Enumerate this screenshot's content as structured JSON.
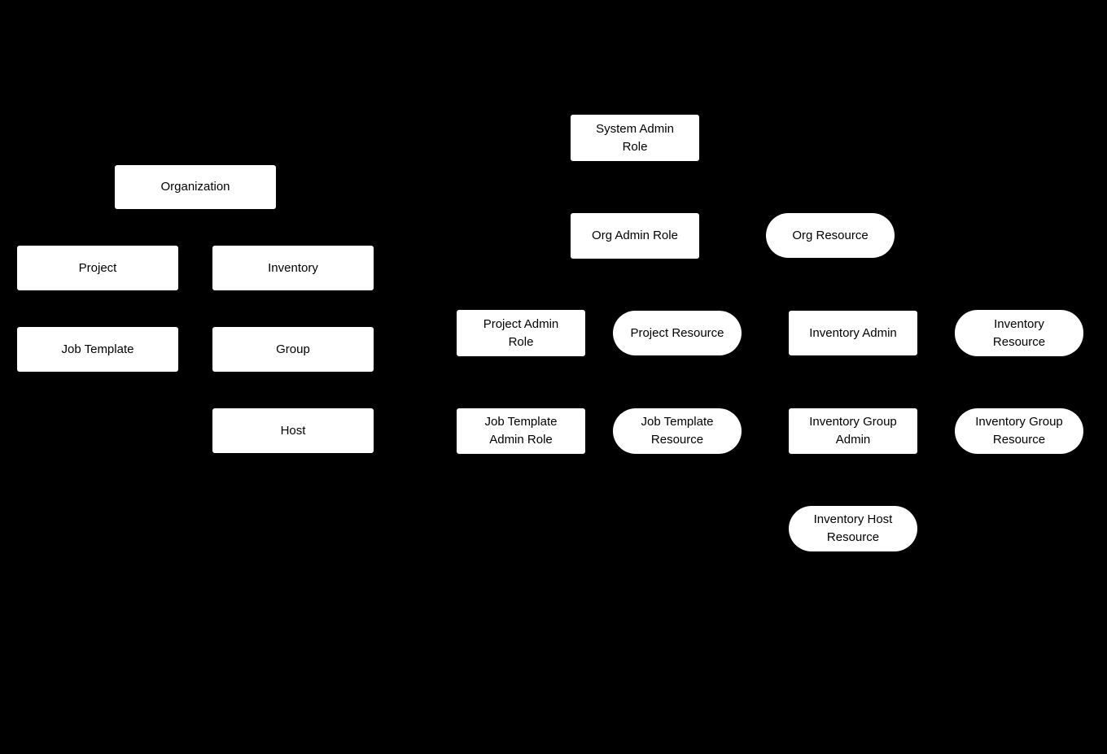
{
  "diagram": {
    "background_color": "#000000",
    "node_fill_color": "#ffffff",
    "node_text_color": "#000000"
  },
  "nodes": {
    "organization": {
      "label": "Organization",
      "shape": "rect"
    },
    "project": {
      "label": "Project",
      "shape": "rect"
    },
    "inventory": {
      "label": "Inventory",
      "shape": "rect"
    },
    "job_template": {
      "label": "Job Template",
      "shape": "rect"
    },
    "group": {
      "label": "Group",
      "shape": "rect"
    },
    "host": {
      "label": "Host",
      "shape": "rect"
    },
    "system_admin_role": {
      "label": "System Admin\nRole",
      "shape": "rect"
    },
    "org_admin_role": {
      "label": "Org Admin Role",
      "shape": "rect"
    },
    "org_resource": {
      "label": "Org Resource",
      "shape": "pill"
    },
    "project_admin_role": {
      "label": "Project Admin\nRole",
      "shape": "rect"
    },
    "project_resource": {
      "label": "Project Resource",
      "shape": "pill"
    },
    "inventory_admin": {
      "label": "Inventory Admin",
      "shape": "rect"
    },
    "inventory_resource": {
      "label": "Inventory\nResource",
      "shape": "pill"
    },
    "job_template_admin_role": {
      "label": "Job Template\nAdmin Role",
      "shape": "rect"
    },
    "job_template_resource": {
      "label": "Job Template\nResource",
      "shape": "pill"
    },
    "inventory_group_admin": {
      "label": "Inventory Group\nAdmin",
      "shape": "rect"
    },
    "inventory_group_resource": {
      "label": "Inventory Group\nResource",
      "shape": "pill"
    },
    "inventory_host_resource": {
      "label": "Inventory Host\nResource",
      "shape": "pill"
    }
  }
}
